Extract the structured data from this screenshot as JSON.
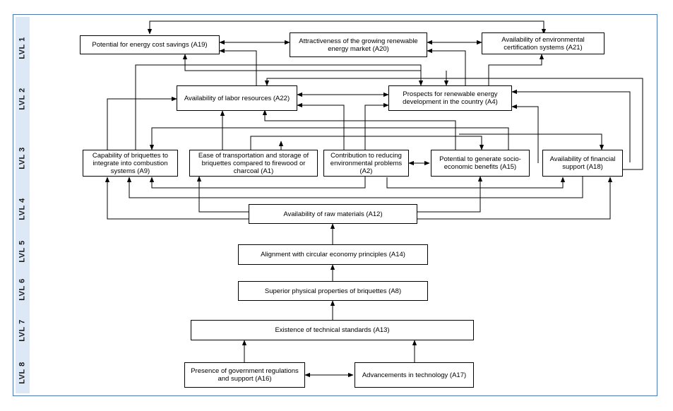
{
  "levels": [
    "LVL 1",
    "LVL 2",
    "LVL 3",
    "LVL 4",
    "LVL 5",
    "LVL 6",
    "LVL 7",
    "LVL 8"
  ],
  "nodes": {
    "a19": "Potential for energy cost savings (A19)",
    "a20": "Attractiveness of the growing renewable energy market (A20)",
    "a21": "Availability of environmental certification systems (A21)",
    "a22": "Availability of labor resources (A22)",
    "a4": "Prospects for renewable energy development in the country (A4)",
    "a9": "Capability of briquettes to integrate into combustion systems (A9)",
    "a1": "Ease of transportation and storage of briquettes compared to firewood or charcoal (A1)",
    "a2": "Contribution to reducing environmental problems (A2)",
    "a15": "Potential to generate socio-economic benefits (A15)",
    "a18": "Availability of financial support (A18)",
    "a12": "Availability of raw materials (A12)",
    "a14": "Alignment with circular economy principles (A14)",
    "a8": "Superior physical properties of briquettes (A8)",
    "a13": "Existence of technical standards (A13)",
    "a16": "Presence of government regulations and support (A16)",
    "a17": "Advancements in technology (A17)"
  }
}
